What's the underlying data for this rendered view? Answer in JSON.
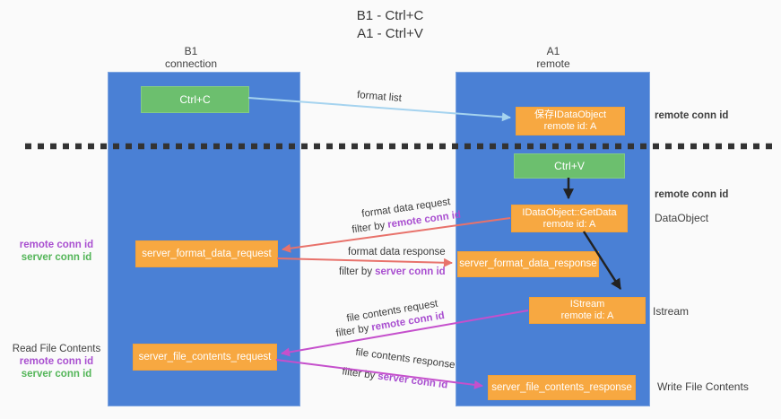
{
  "title": {
    "line1": "B1 - Ctrl+C",
    "line2": "A1 - Ctrl+V"
  },
  "lifelines": {
    "left": {
      "name": "B1",
      "role": "connection"
    },
    "right": {
      "name": "A1",
      "role": "remote"
    }
  },
  "nodes": {
    "ctrl_c": "Ctrl+C",
    "ctrl_v": "Ctrl+V",
    "store_dataobject_line1": "保存IDataObject",
    "store_dataobject_line2": "remote id: A",
    "getdata_line1": "IDataObject::GetData",
    "getdata_line2": "remote id: A",
    "istream_line1": "IStream",
    "istream_line2": "remote id: A",
    "server_format_data_request": "server_format_data_request",
    "server_format_data_response": "server_format_data_response",
    "server_file_contents_request": "server_file_contents_request",
    "server_file_contents_response": "server_file_contents_response"
  },
  "messages": {
    "format_list": "format list",
    "format_data_request": "format data request",
    "format_data_response": "format data response",
    "file_contents_request": "file contents request",
    "file_contents_response": "file contents response",
    "filter_by": "filter by",
    "remote_conn_id": "remote conn id",
    "server_conn_id": "server conn id"
  },
  "annotations": {
    "remote_conn_id": "remote conn id",
    "server_conn_id": "server conn id",
    "dataobject": "DataObject",
    "istream": "Istream",
    "read_file_contents": "Read File Contents",
    "write_file_contents": "Write File Contents"
  },
  "colors": {
    "lifeline_blue": "#4a80d5",
    "node_green": "#6cbf6e",
    "node_orange": "#f7a841",
    "arrow_red": "#e8726b",
    "arrow_magenta": "#c550cc",
    "arrow_light_blue": "#a5d3ef",
    "label_purple": "#a94fd0",
    "label_green": "#53b558",
    "separator_black": "#333333"
  }
}
